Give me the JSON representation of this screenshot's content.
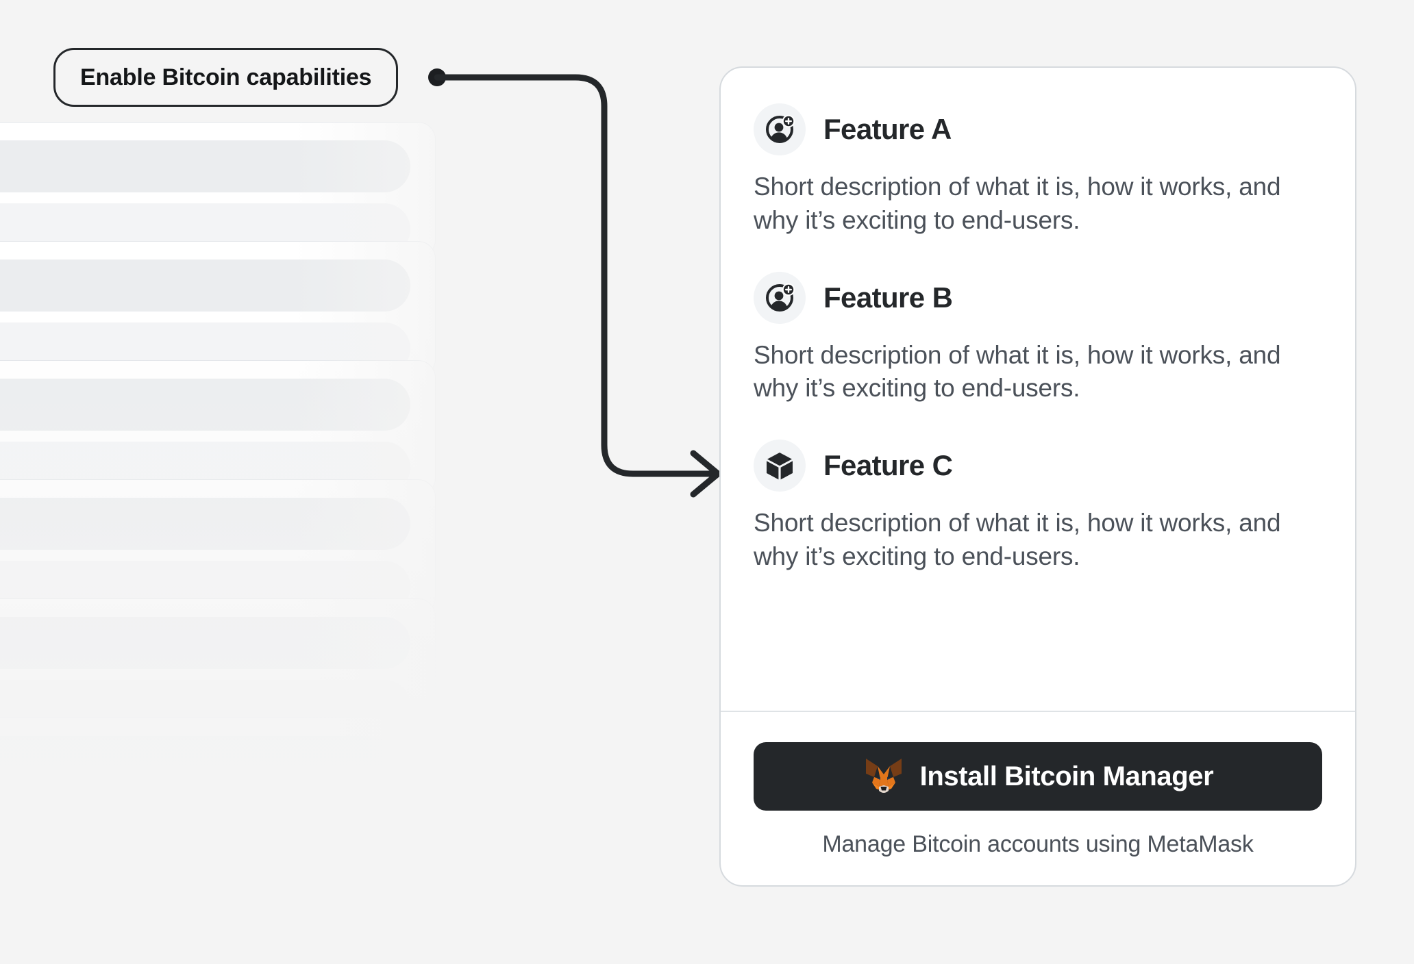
{
  "annotation": {
    "label": "Enable Bitcoin capabilities",
    "connector_icon": "arrow-right-icon",
    "dot_icon": "connector-dot-icon"
  },
  "background_list": {
    "item_count": 6,
    "placeholder_icon": "skeleton-placeholder"
  },
  "card": {
    "features": [
      {
        "icon": "add-account-icon",
        "title": "Feature A",
        "description": "Short description of what it is, how it works, and why it’s exciting to end-users."
      },
      {
        "icon": "add-account-icon",
        "title": "Feature B",
        "description": "Short description of what it is, how it works, and why it’s exciting to end-users."
      },
      {
        "icon": "cube-icon",
        "title": "Feature C",
        "description": "Short description of what it is, how it works, and why it’s exciting to end-users."
      }
    ],
    "footer": {
      "install_label": "Install Bitcoin Manager",
      "install_icon": "metamask-fox-icon",
      "caption": "Manage Bitcoin accounts using MetaMask"
    }
  },
  "colors": {
    "page_background": "#f4f4f4",
    "card_background": "#ffffff",
    "card_border": "#d6dade",
    "heading": "#24272a",
    "body_text": "#4b5159",
    "icon_bubble": "#f2f4f6",
    "button_background": "#24272a",
    "button_text": "#ffffff",
    "connector": "#24272a",
    "fox_orange": "#e2761b",
    "fox_dark_brown": "#763d16",
    "fox_muzzle": "#e4d7cd"
  }
}
